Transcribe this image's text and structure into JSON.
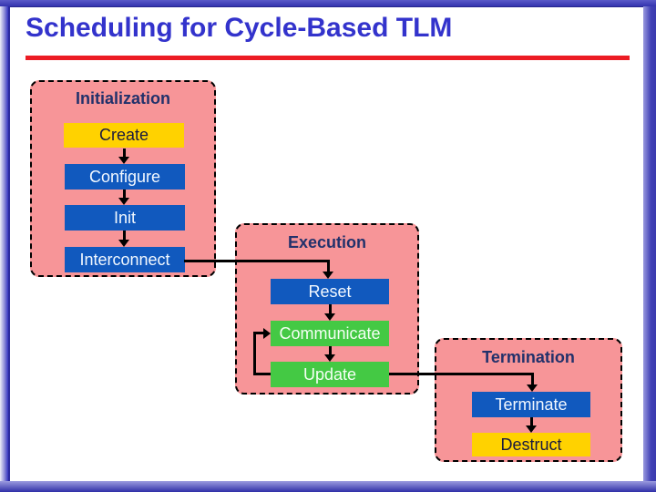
{
  "slide": {
    "title": "Scheduling for Cycle-Based TLM"
  },
  "colors": {
    "title_blue": "#3333CC",
    "rule_red": "#EC1C24",
    "frame_blue": "#3434AE",
    "group_pink": "#F79598",
    "group_title_navy": "#22316B",
    "step_blue": "#1159BE",
    "step_yellow": "#FFD200",
    "step_green": "#44C944",
    "yellow_text": "#1A1A40",
    "connector_black": "#000000"
  },
  "diagram": {
    "groups": [
      {
        "id": "initialization",
        "title": "Initialization",
        "steps": [
          {
            "label": "Create",
            "color": "yellow"
          },
          {
            "label": "Configure",
            "color": "blue"
          },
          {
            "label": "Init",
            "color": "blue"
          },
          {
            "label": "Interconnect",
            "color": "blue"
          }
        ]
      },
      {
        "id": "execution",
        "title": "Execution",
        "steps": [
          {
            "label": "Reset",
            "color": "blue"
          },
          {
            "label": "Communicate",
            "color": "green"
          },
          {
            "label": "Update",
            "color": "green"
          }
        ]
      },
      {
        "id": "termination",
        "title": "Termination",
        "steps": [
          {
            "label": "Terminate",
            "color": "blue"
          },
          {
            "label": "Destruct",
            "color": "yellow"
          }
        ]
      }
    ],
    "flow_notes": [
      "Interconnect feeds Reset",
      "Update loops back to Communicate",
      "Update feeds Terminate"
    ]
  }
}
